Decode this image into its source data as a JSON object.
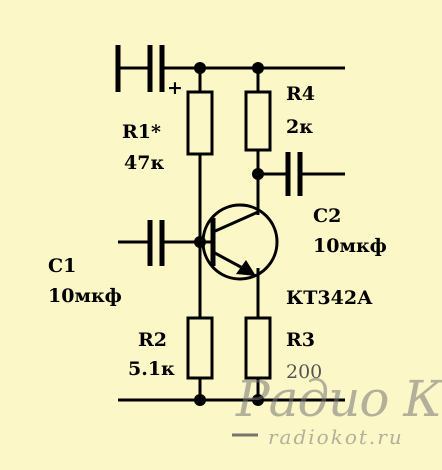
{
  "components": {
    "r1": {
      "name": "R1*",
      "value": "47к"
    },
    "r2": {
      "name": "R2",
      "value": "5.1к"
    },
    "r3": {
      "name": "R3",
      "value": "200"
    },
    "r4": {
      "name": "R4",
      "value": "2к"
    },
    "c1": {
      "name": "C1",
      "value": "10мкф"
    },
    "c2": {
      "name": "C2",
      "value": "10мкф"
    },
    "q1": {
      "name": "КТ342А"
    }
  },
  "polarity_mark": "+",
  "watermark": {
    "logo": "Радио КОТ",
    "url": "radiokot.ru"
  }
}
